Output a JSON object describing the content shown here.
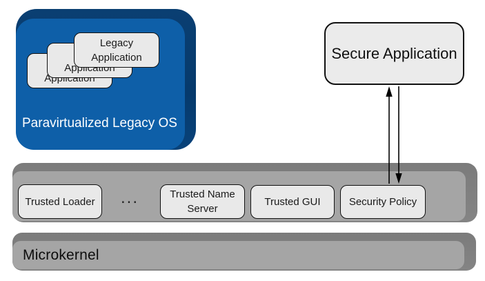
{
  "diagram": {
    "type": "system-architecture",
    "colors": {
      "os_face": "#0e5fa8",
      "os_bevel": "#063a6c",
      "bar_face": "#a5a5a5",
      "bar_bevel": "#7e7e7e",
      "chip_fill": "#e9e9e9",
      "chip_border": "#111111",
      "os_label_text": "#ffffff"
    }
  },
  "legacy_os": {
    "label": "Paravirtualized Legacy OS",
    "apps": [
      {
        "label": "Legacy Application"
      },
      {
        "label": "Legacy Application"
      },
      {
        "label": "Legacy Application"
      }
    ]
  },
  "secure_app": {
    "label": "Secure Application"
  },
  "trusted_bar": {
    "items": [
      {
        "label": "Trusted Loader"
      },
      {
        "label": "..."
      },
      {
        "label": "Trusted Name Server"
      },
      {
        "label": "Trusted GUI"
      },
      {
        "label": "Security Policy"
      }
    ]
  },
  "microkernel": {
    "label": "Microkernel"
  }
}
